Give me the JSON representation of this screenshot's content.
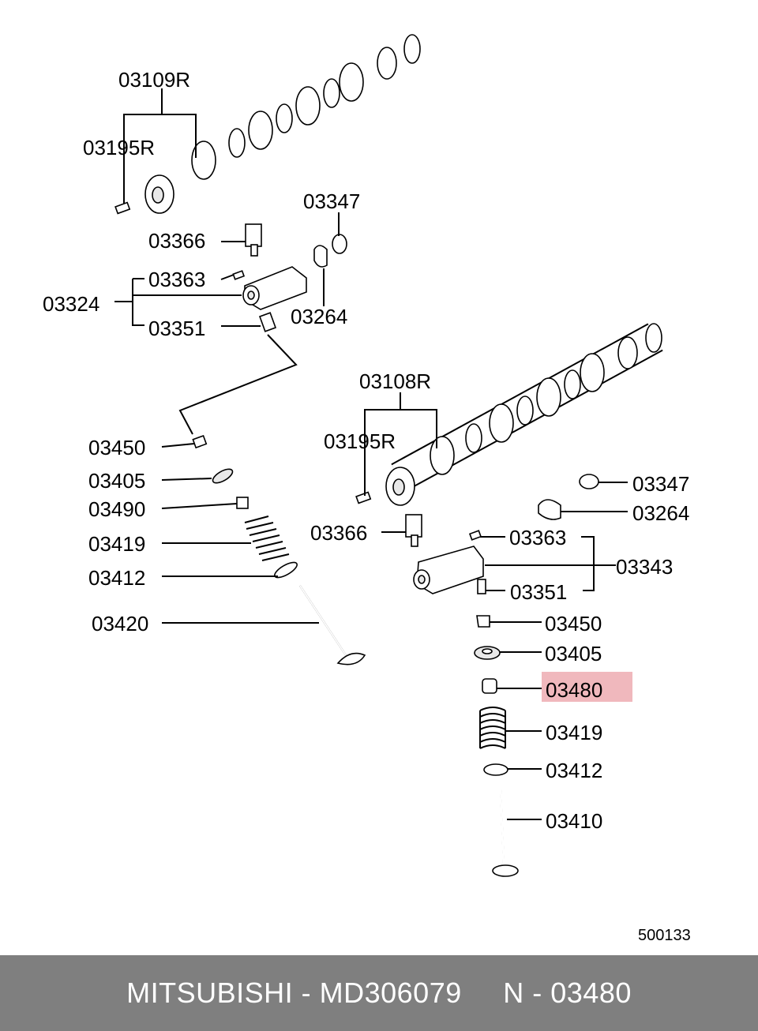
{
  "labels": {
    "c03109R": "03109R",
    "c03195R_a": "03195R",
    "c03366_a": "03366",
    "c03347_a": "03347",
    "c03363_a": "03363",
    "c03324": "03324",
    "c03264_a": "03264",
    "c03351_a": "03351",
    "c03108R": "03108R",
    "c03195R_b": "03195R",
    "c03450_a": "03450",
    "c03405_a": "03405",
    "c03490": "03490",
    "c03419_a": "03419",
    "c03412_a": "03412",
    "c03420": "03420",
    "c03347_b": "03347",
    "c03264_b": "03264",
    "c03366_b": "03366",
    "c03363_b": "03363",
    "c03343": "03343",
    "c03351_b": "03351",
    "c03450_b": "03450",
    "c03405_b": "03405",
    "c03480": "03480",
    "c03419_b": "03419",
    "c03412_b": "03412",
    "c03410": "03410"
  },
  "diagram_code": "500133",
  "highlight_color": "#f0b8bd",
  "footer": {
    "text": "MITSUBISHI - MD306079     N - 03480"
  }
}
